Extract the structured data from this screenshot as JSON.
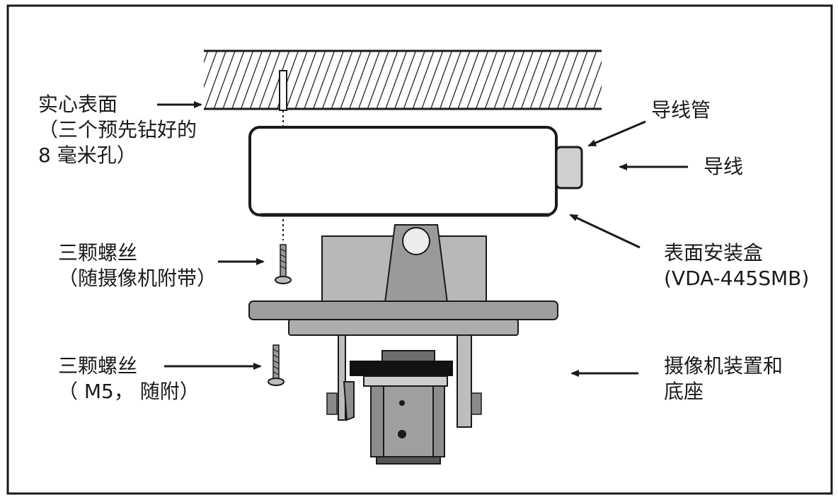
{
  "labels": {
    "solid_surface": {
      "line1": "实心表面",
      "line2": "（三个预先钻好的",
      "line3": "8 毫米孔）"
    },
    "conduit": "导线管",
    "wire": "导线",
    "screws_camera": {
      "line1": "三颗螺丝",
      "line2": "（随摄像机附带）"
    },
    "surface_mount_box": {
      "line1": "表面安装盒",
      "line2": "(VDA-445SMB)"
    },
    "screws_m5": {
      "line1": "三颗螺丝",
      "line2": "（ M5， 随附）"
    },
    "camera_unit_base": {
      "line1": "摄像机装置和",
      "line2": "底座"
    }
  },
  "colors": {
    "ink": "#1a1a1a",
    "gray_light": "#d6d6d6",
    "gray_mid": "#a8a8a8",
    "gray_dark": "#7a7a7a",
    "black": "#111111"
  }
}
